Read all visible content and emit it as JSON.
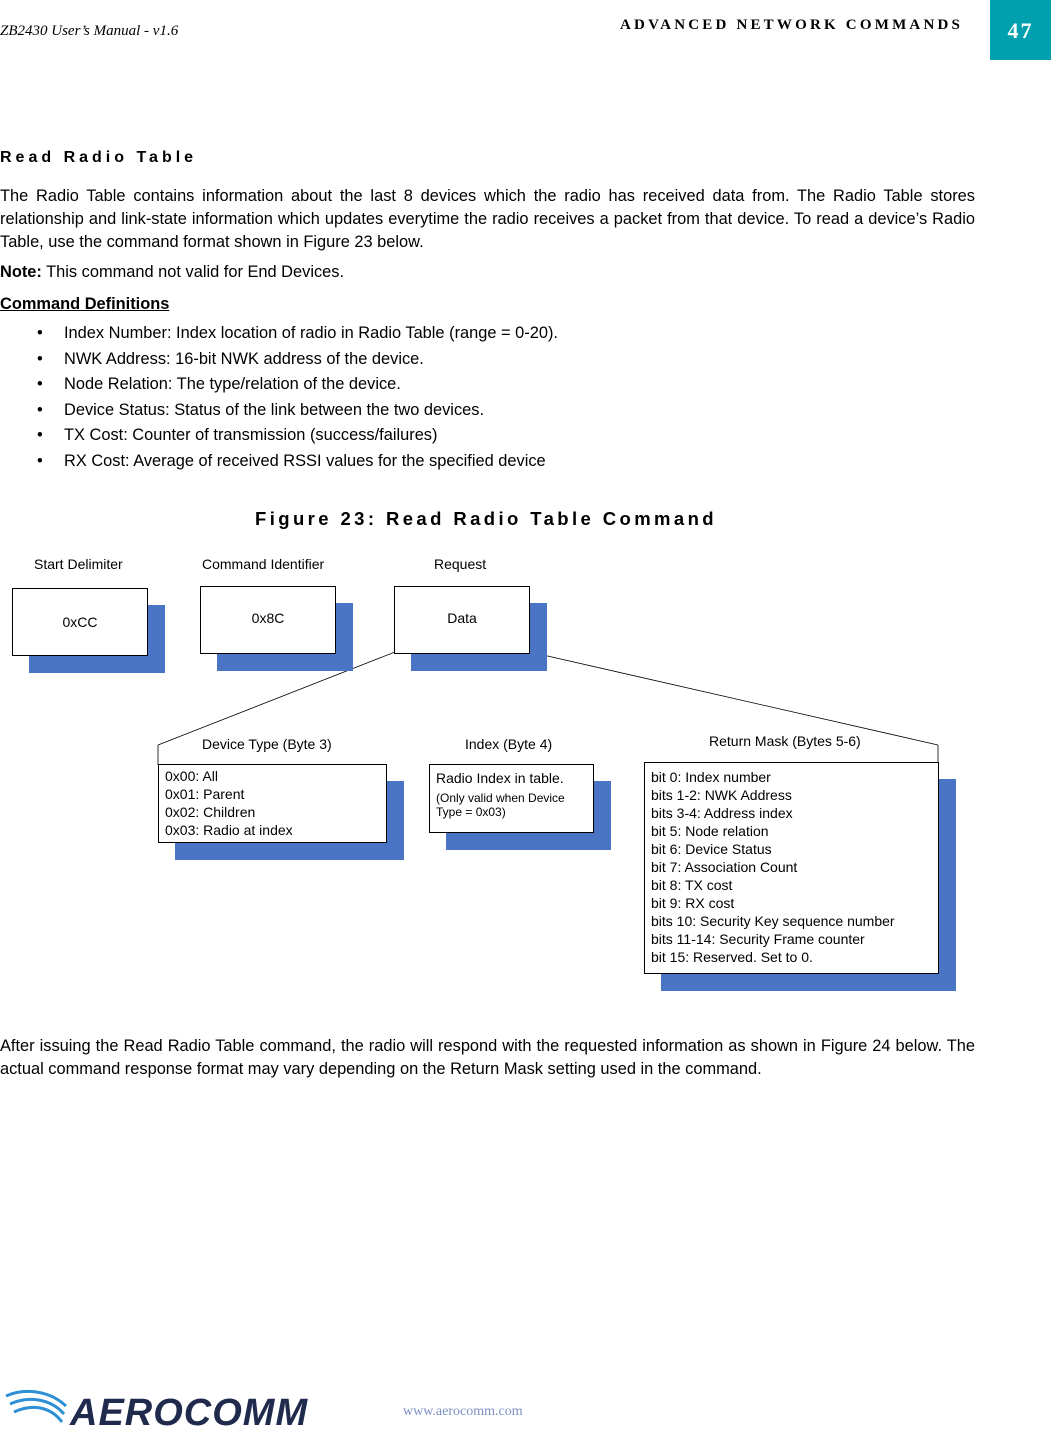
{
  "header": {
    "manual": "ZB2430 User’s Manual - v1.6",
    "section": "ADVANCED NETWORK COMMANDS",
    "page_number": "47"
  },
  "section_title": "Read Radio Table",
  "intro_paragraph": "The Radio Table contains information about the last 8 devices which the radio has received data from.  The Radio Table stores relationship and link-state information which updates everytime the radio receives a packet from that device.  To read a device’s Radio Table, use the command format shown in Figure 23 below.",
  "note": {
    "label": "Note:",
    "text": " This command not valid for End Devices."
  },
  "command_definitions": {
    "heading": "Command Definitions",
    "items": [
      "Index Number: Index location of radio in Radio Table (range = 0-20).",
      "NWK Address: 16-bit NWK address of the device.",
      "Node Relation: The type/relation of the device.",
      "Device Status: Status of the link between the two devices.",
      "TX Cost: Counter of transmission (success/failures)",
      "RX Cost: Average of received RSSI values for the specified device"
    ]
  },
  "figure": {
    "title": "Figure 23: Read Radio Table Command",
    "top_fields": [
      {
        "label": "Start Delimiter",
        "value": "0xCC"
      },
      {
        "label": "Command Identifier",
        "value": "0x8C"
      },
      {
        "label": "Request",
        "value": "Data"
      }
    ],
    "device_type": {
      "label": "Device Type (Byte 3)",
      "lines": [
        "0x00: All",
        "0x01: Parent",
        "0x02: Children",
        "0x03: Radio at index"
      ]
    },
    "index": {
      "label": "Index (Byte 4)",
      "line1": "Radio Index in table.",
      "line2": "(Only valid when Device Type = 0x03)"
    },
    "return_mask": {
      "label": "Return Mask (Bytes 5-6)",
      "lines": [
        "bit 0: Index number",
        "bits 1-2: NWK Address",
        "bits 3-4: Address index",
        "bit 5: Node relation",
        "bit 6: Device Status",
        "bit 7: Association Count",
        "bit 8: TX cost",
        "bit 9: RX cost",
        "bits 10: Security Key sequence number",
        "bits 11-14: Security Frame counter",
        "bit 15: Reserved.  Set to 0."
      ]
    }
  },
  "closing_paragraph": "After issuing the Read Radio Table command, the radio will respond with the requested information as shown in Figure 24 below.  The actual command response format may vary depending on the Return Mask setting used in the command.",
  "footer": {
    "logo": "AEROCOMM",
    "website": "www.aerocomm.com"
  },
  "colors": {
    "box_shadow": "#4a74c4",
    "page_tab": "#00a0af"
  }
}
